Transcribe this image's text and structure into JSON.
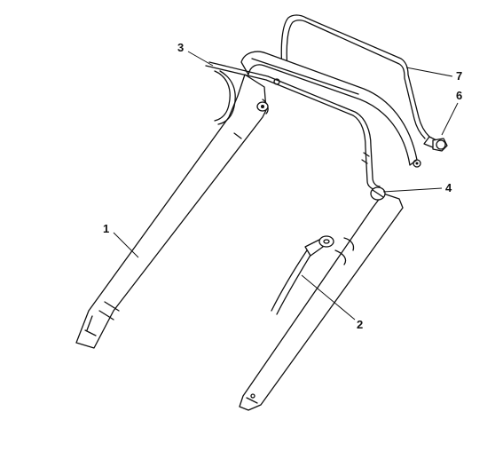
{
  "callouts": [
    {
      "id": "1",
      "text": "1"
    },
    {
      "id": "2",
      "text": "2"
    },
    {
      "id": "3",
      "text": "3"
    },
    {
      "id": "4",
      "text": "4"
    },
    {
      "id": "6",
      "text": "6"
    },
    {
      "id": "7",
      "text": "7"
    }
  ],
  "colors": {
    "line": "#111111",
    "background": "#ffffff"
  }
}
